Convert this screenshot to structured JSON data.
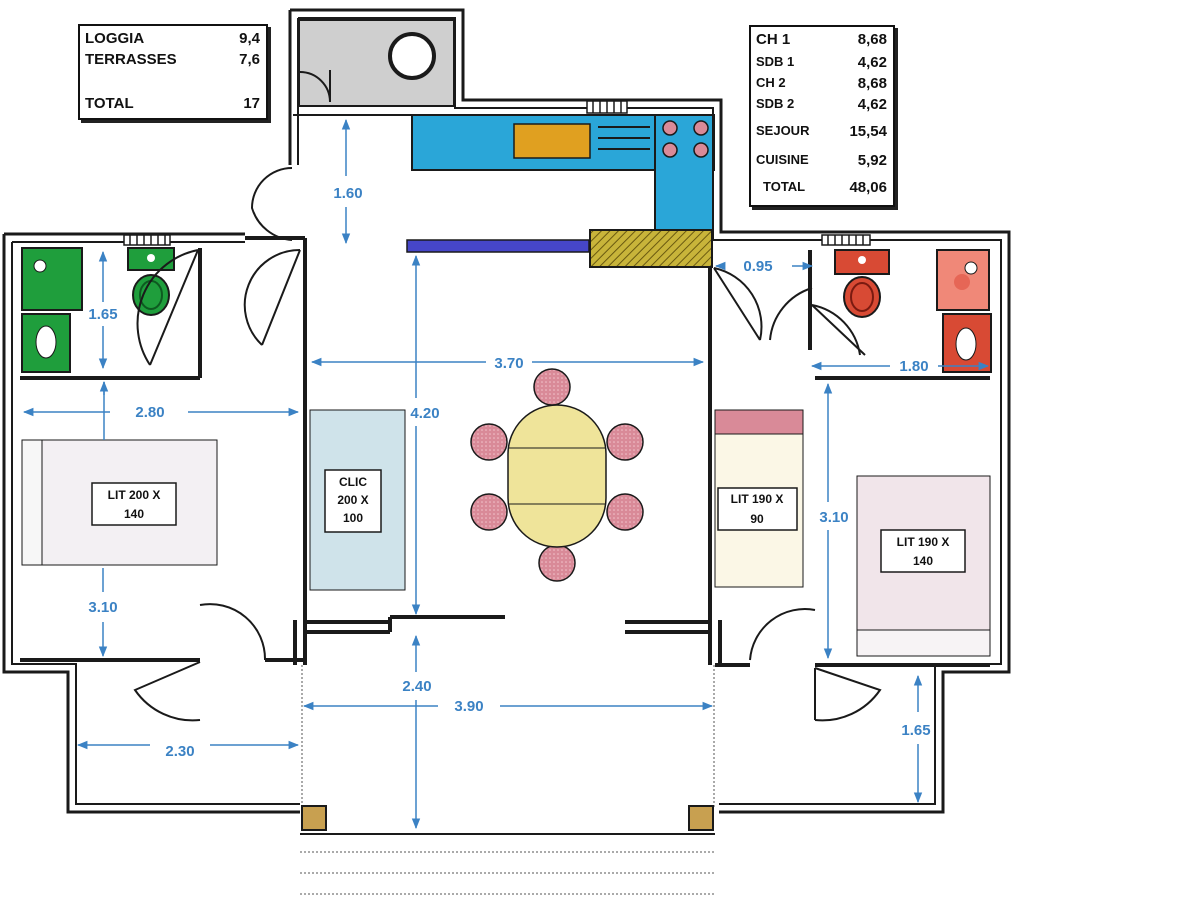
{
  "legend_left": {
    "rows": [
      {
        "label": "LOGGIA",
        "value": "9,4"
      },
      {
        "label": "TERRASSES",
        "value": "7,6"
      },
      {
        "label": "TOTAL",
        "value": "17"
      }
    ]
  },
  "legend_right": {
    "rows": [
      {
        "label": "CH 1",
        "value": "8,68"
      },
      {
        "label": "SDB 1",
        "value": "4,62"
      },
      {
        "label": "CH 2",
        "value": "8,68"
      },
      {
        "label": "SDB 2",
        "value": "4,62"
      },
      {
        "label": "SEJOUR",
        "value": "15,54"
      },
      {
        "label": "CUISINE",
        "value": "5,92"
      },
      {
        "label": "TOTAL",
        "value": "48,06"
      }
    ]
  },
  "dimensions": {
    "entry_depth": "1.60",
    "kitchen_gap": "0.95",
    "bath_left_depth": "1.65",
    "bedroom_left_width": "2.80",
    "living_width": "3.70",
    "living_depth": "4.20",
    "bath_right_width": "1.80",
    "bedroom_right_depth": "3.10",
    "bedroom_left_depth": "3.10",
    "loggia_depth": "2.40",
    "loggia_width": "3.90",
    "terrace_left_width": "2.30",
    "terrace_right_depth": "1.65"
  },
  "furniture": {
    "bed_left": {
      "line1": "LIT 200 X",
      "line2": "140"
    },
    "sofa_bed": {
      "line1": "CLIC",
      "line2": "200 X",
      "line3": "100"
    },
    "bed_single": {
      "line1": "LIT 190 X",
      "line2": "90"
    },
    "bed_right": {
      "line1": "LIT 190 X",
      "line2": "140"
    }
  },
  "colors": {
    "wall": "#1a1a1a",
    "dimension": "#3b82c4",
    "kitchen_counter": "#2aa6d8",
    "kitchen_hob": "#e0a020",
    "bath_left": "#1f9e3c",
    "bath_right": "#d84a34",
    "chair": "#d98a98",
    "table": "#efe49a",
    "sofa": "#cfe3ea",
    "bed": "#f3f0f3",
    "bed_single": "#fbf7e6",
    "bed_right": "#f1e5ea",
    "headboard": "#d98a98",
    "storage": "#c8b43a",
    "shelf": "#4646c8",
    "dryroom": "#cfcfcf",
    "post": "#c8a050"
  }
}
